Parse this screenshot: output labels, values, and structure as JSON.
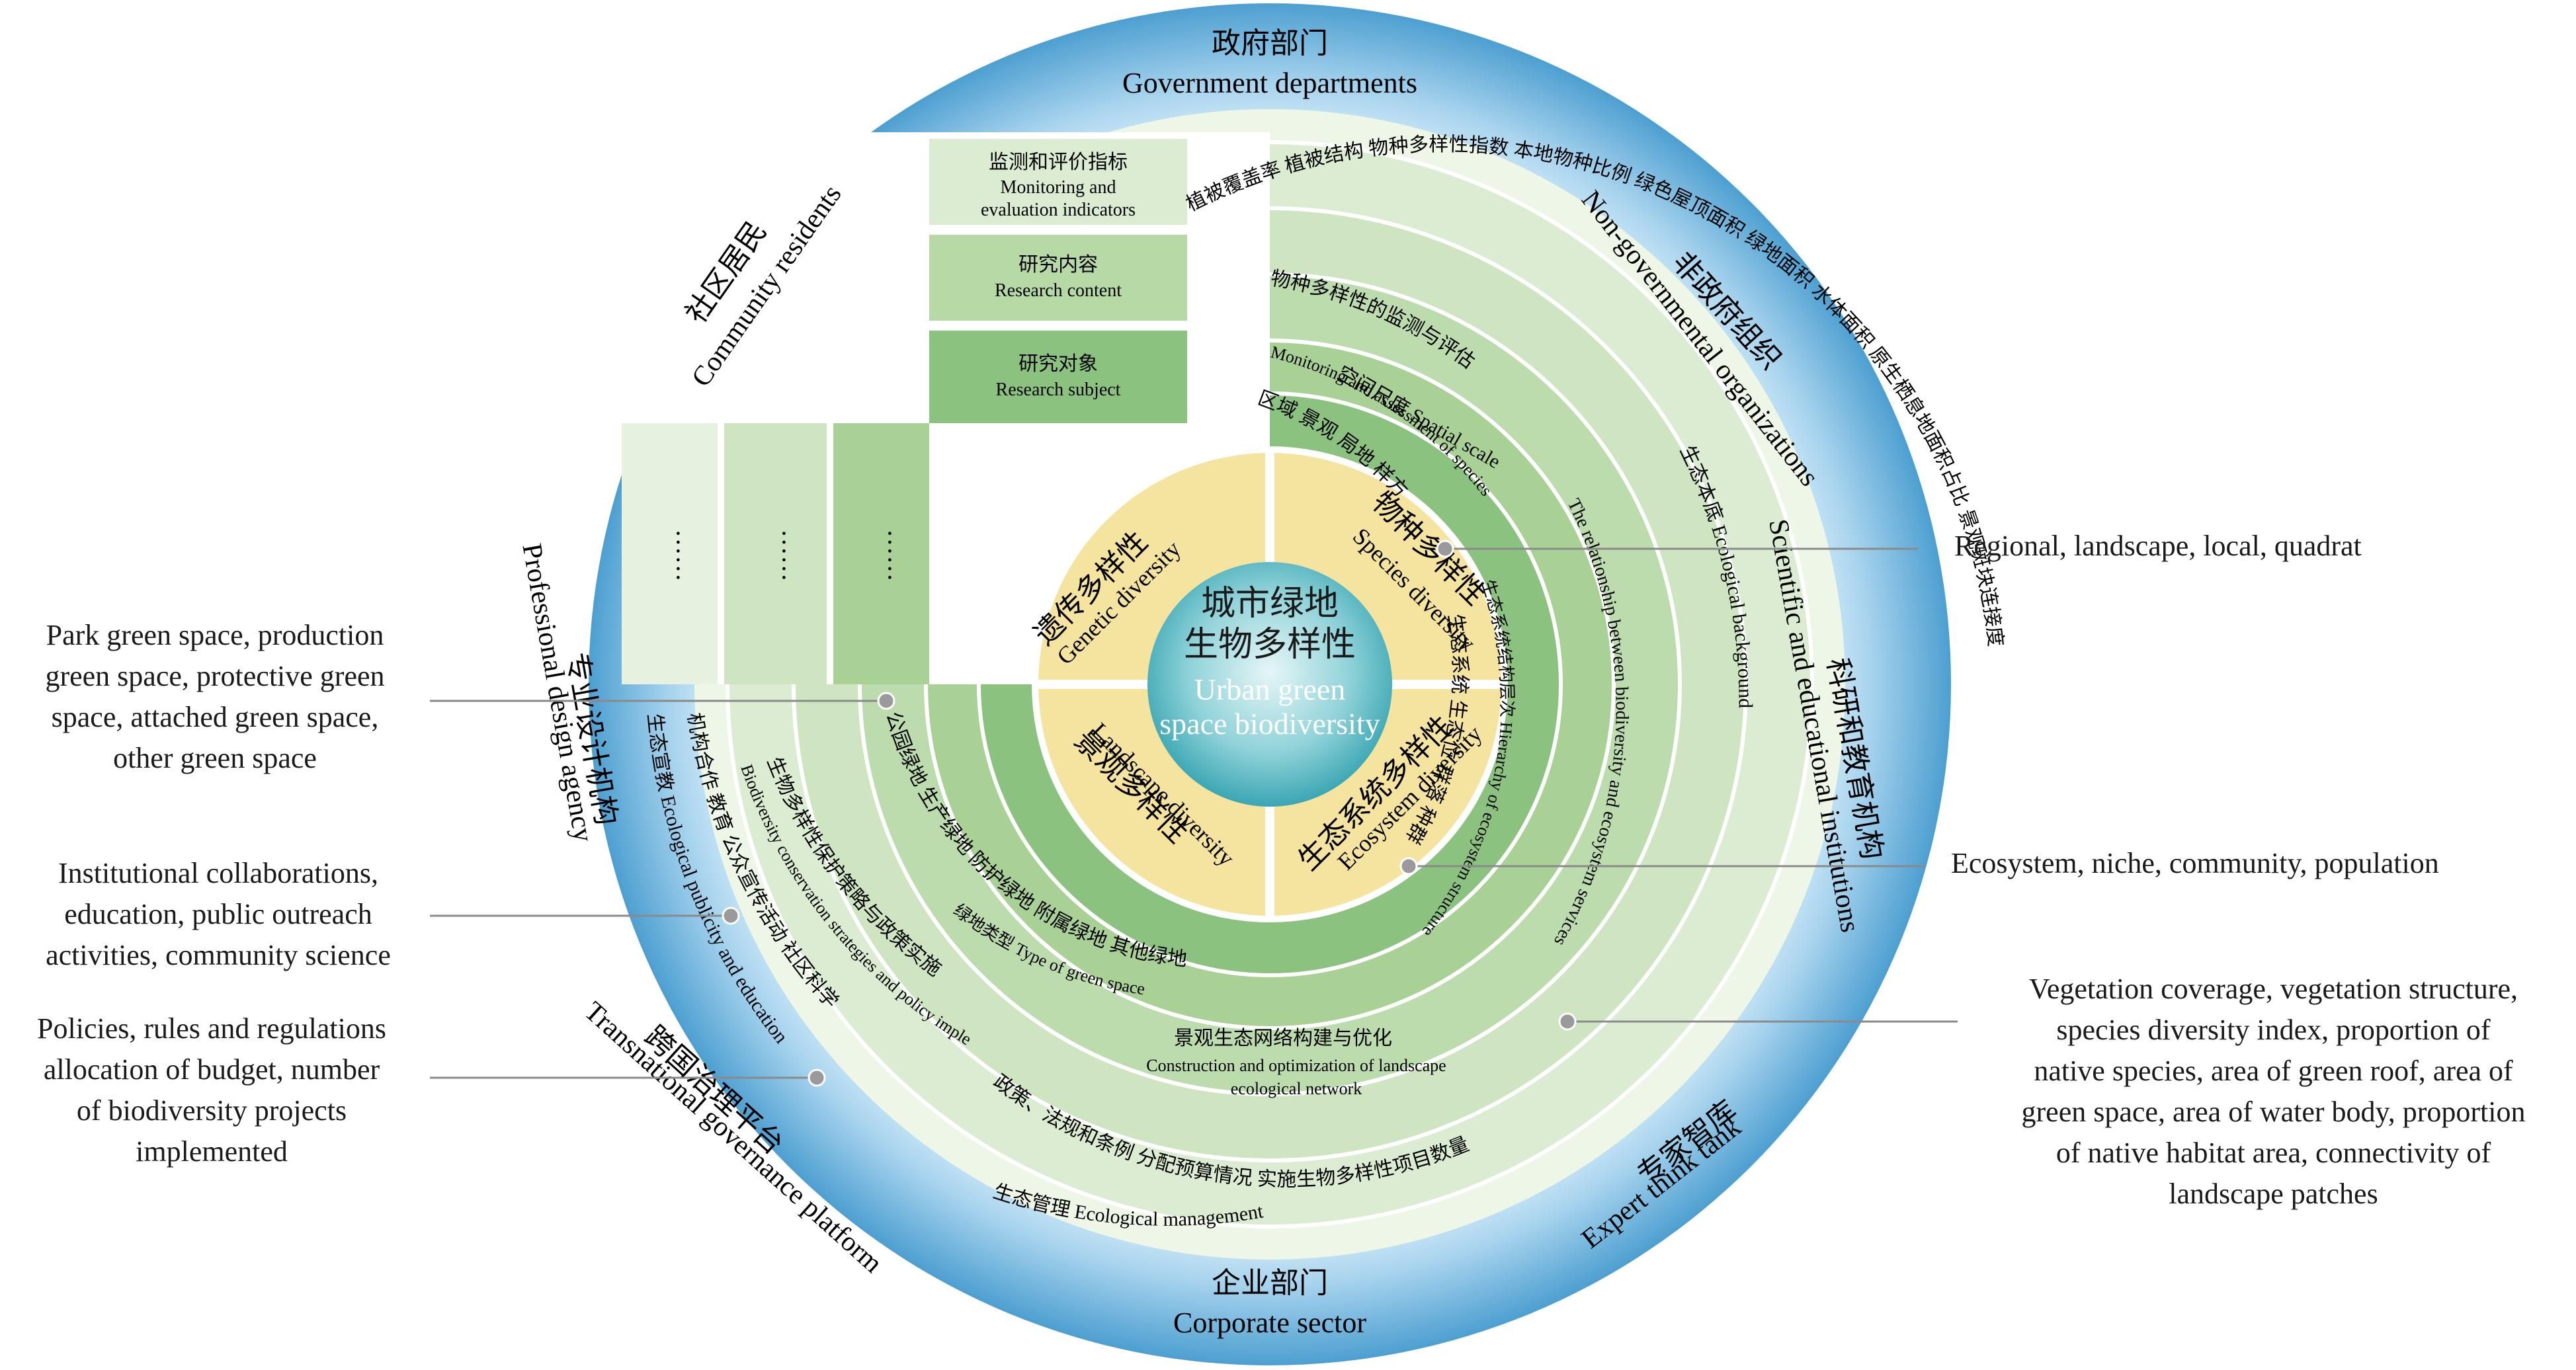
{
  "center": {
    "cn_line1": "城市绿地",
    "cn_line2": "生物多样性",
    "en_line1": "Urban green",
    "en_line2": "space biodiversity"
  },
  "quadrants": {
    "genetic": {
      "cn": "遗传多样性",
      "en": "Genetic diversity"
    },
    "species": {
      "cn": "物种多样性",
      "en": "Species diversity"
    },
    "landscape": {
      "cn": "景观多样性",
      "en": "Landscape diversity"
    },
    "ecosystem": {
      "cn": "生态系统多样性",
      "en": "Ecosystem diversity"
    }
  },
  "stakeholders": {
    "government": {
      "cn": "政府部门",
      "en": "Government departments"
    },
    "ngo": {
      "cn": "非政府组织",
      "en": "Non-governmental organizations"
    },
    "scientific": {
      "cn": "科研和教育机构",
      "en": "Scientific and educational institutions"
    },
    "expert": {
      "cn": "专家智库",
      "en": "Expert think tank"
    },
    "corporate": {
      "cn": "企业部门",
      "en": "Corporate sector"
    },
    "transnational": {
      "cn": "跨国治理平台",
      "en": "Transnational governance platform"
    },
    "professional": {
      "cn": "专业设计机构",
      "en": "Professional design agency"
    },
    "community": {
      "cn": "社区居民",
      "en": "Community residents"
    }
  },
  "legend_boxes": {
    "indicators_cn": "监测和评价指标",
    "indicators_en1": "Monitoring and",
    "indicators_en2": "evaluation indicators",
    "content_cn": "研究内容",
    "content_en": "Research content",
    "subject_cn": "研究对象",
    "subject_en": "Research subject"
  },
  "ellipsis": "······",
  "rings": {
    "scale": "区域  景观  局地  样方",
    "spatial_scale": "空间尺度 Spatial scale",
    "species_monitor_cn": "物种多样性的监测与评估",
    "species_monitor_en": "Monitoring and assessment of species diversity",
    "indicators_top": "植被覆盖率  植被结构  物种多样性指数  本地物种比例  绿色屋顶面积  绿地面积  水体面积  原生栖息地面积占比  景观斑块连接度",
    "eco_background": "生态本底 Ecological background",
    "relationship": "The relationship between biodiversity and ecosystem services",
    "hierarchy": "生态系统结构层次 Hierarchy of ecosystem structure",
    "ecosystem_levels": "生态系统  生态位  群落  种群",
    "green_types": "公园绿地  生产绿地  防护绿地  附属绿地  其他绿地",
    "green_type_label": "绿地类型 Type of green space",
    "policy_cn": "生物多样性保护策略与政策实施",
    "policy_en": "Biodiversity conservation strategies and policy implementation",
    "collab": "机构合作  教育  公众宣传活动  社区科学",
    "eco_publicity": "生态宣教 Ecological publicity and education",
    "network_cn": "景观生态网络构建与优化",
    "network_en1": "Construction and optimization of landscape",
    "network_en2": "ecological network",
    "policy_items": "政策、法规和条例  分配预算情况  实施生物多样性项目数量",
    "eco_management": "生态管理 Ecological management"
  },
  "annotations": {
    "regional": "Regional, landscape, local, quadrat",
    "park": [
      "Park green space, production",
      "green space, protective green",
      "space, attached green space,",
      "other green space"
    ],
    "institutional": [
      "Institutional collaborations,",
      "education, public outreach",
      "activities, community science"
    ],
    "ecosystem": "Ecosystem, niche, community, population",
    "policies": [
      "Policies, rules and regulations",
      "allocation of budget, number",
      "of biodiversity projects",
      "implemented"
    ],
    "vegetation": [
      "Vegetation coverage, vegetation structure,",
      "species diversity index, proportion of",
      "native species, area of green roof, area of",
      "green space, area of water body, proportion",
      "of native habitat area, connectivity of",
      "landscape patches"
    ]
  },
  "colors": {
    "outer_ring": "#5aa8d6",
    "outer_ring_light": "#c9e6f5",
    "green_dark": "#8cc27f",
    "green_mid": "#b6d9a5",
    "green_light": "#dcecd2",
    "yellow": "#f5e3a0",
    "center_teal": "#4bb5c1"
  }
}
